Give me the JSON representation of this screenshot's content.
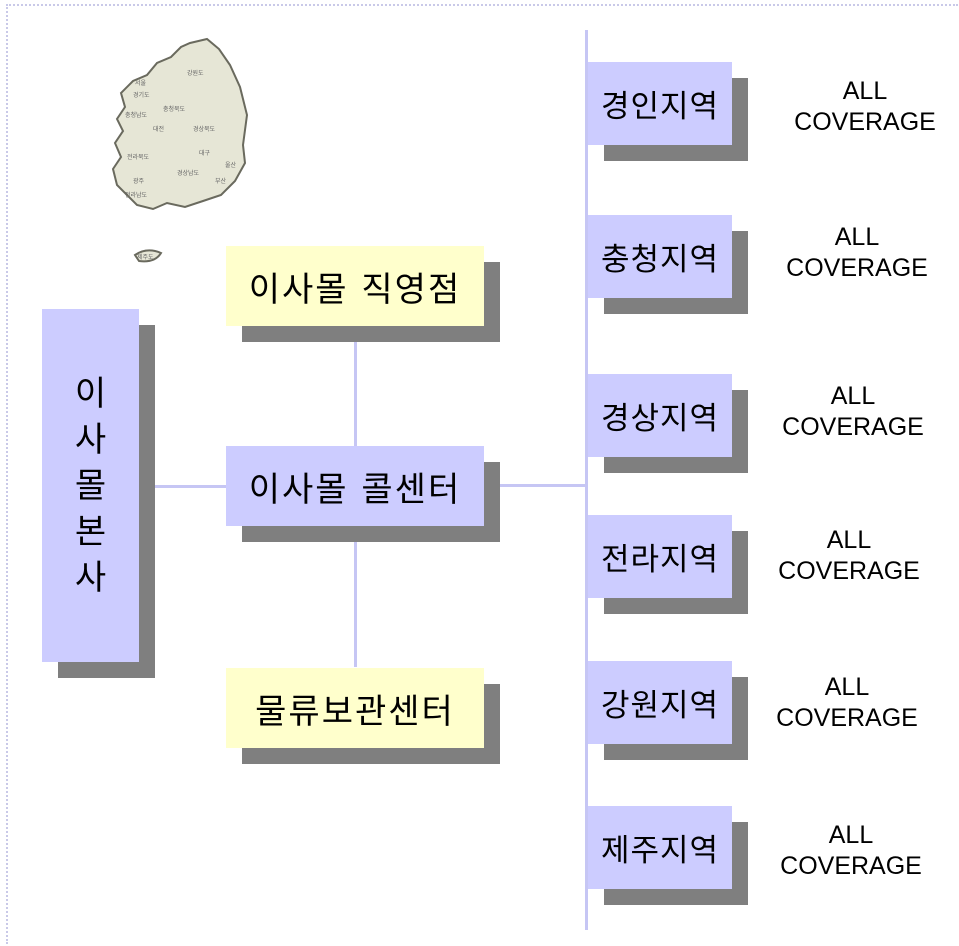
{
  "map": {
    "labels": [
      "서울",
      "경기도",
      "강원도",
      "충청북도",
      "충청남도",
      "대전",
      "경상북도",
      "대구",
      "전라북도",
      "울산",
      "광주",
      "경상남도",
      "부산",
      "전라남도",
      "제주도"
    ]
  },
  "hq": {
    "chars": [
      "이",
      "사",
      "몰",
      "본",
      "사"
    ]
  },
  "center": {
    "direct_store": "이사몰 직영점",
    "call_center": "이사몰 콜센터",
    "logistics": "물류보관센터"
  },
  "regions": [
    {
      "name": "경인지역",
      "coverage_line1": "ALL",
      "coverage_line2": "COVERAGE"
    },
    {
      "name": "충청지역",
      "coverage_line1": "ALL",
      "coverage_line2": "COVERAGE"
    },
    {
      "name": "경상지역",
      "coverage_line1": "ALL",
      "coverage_line2": "COVERAGE"
    },
    {
      "name": "전라지역",
      "coverage_line1": "ALL",
      "coverage_line2": "COVERAGE"
    },
    {
      "name": "강원지역",
      "coverage_line1": "ALL",
      "coverage_line2": "COVERAGE"
    },
    {
      "name": "제주지역",
      "coverage_line1": "ALL",
      "coverage_line2": "COVERAGE"
    }
  ],
  "colors": {
    "box": "#ccccff",
    "highlight": "#ffffcc",
    "shadow": "#7f7f7f",
    "connector": "#c6c6f4"
  }
}
